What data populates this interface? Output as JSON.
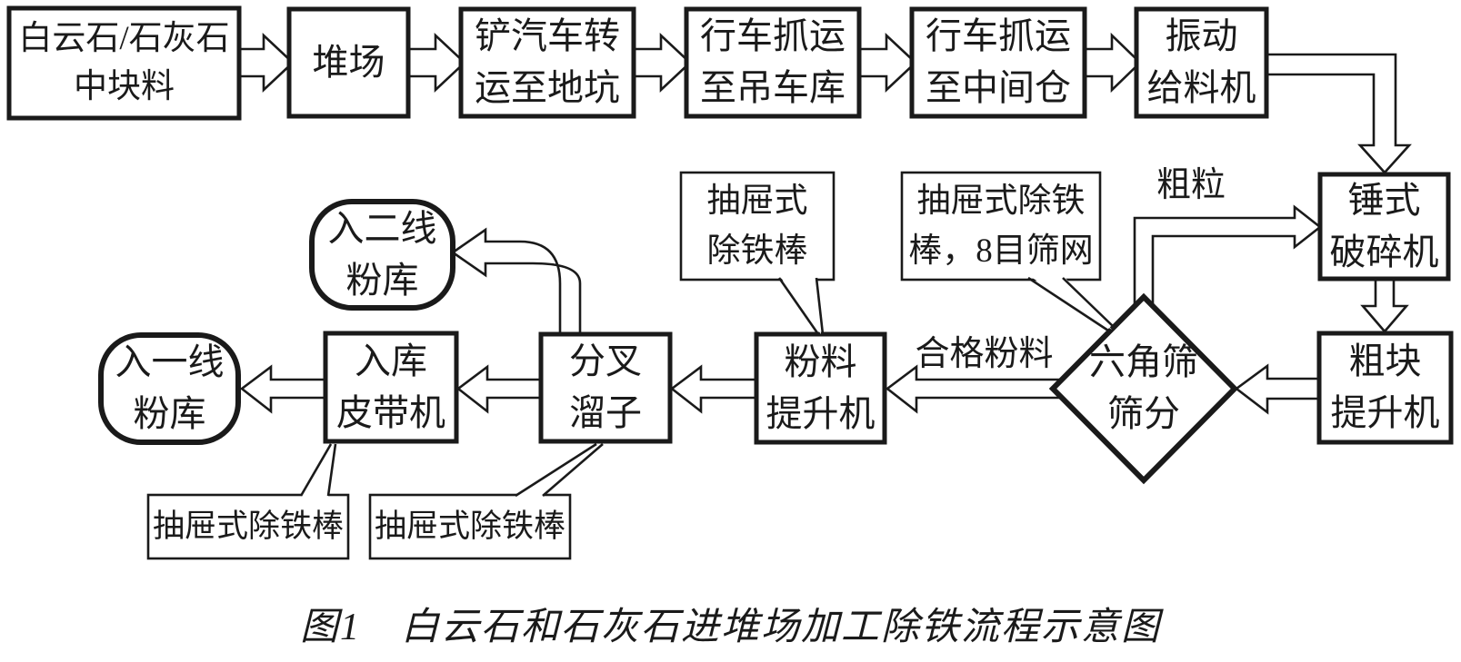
{
  "figure": {
    "caption": "图1　白云石和石灰石进堆场加工除铁流程示意图"
  },
  "nodes": {
    "raw_material": {
      "label": "白云石/石灰石\n中块料",
      "shape": "rect"
    },
    "stockyard": {
      "label": "堆场",
      "shape": "rect"
    },
    "shovel_truck": {
      "label": "铲汽车转\n运至地坑",
      "shape": "rect"
    },
    "crane_to_garage": {
      "label": "行车抓运\n至吊车库",
      "shape": "rect"
    },
    "crane_to_bin": {
      "label": "行车抓运\n至中间仓",
      "shape": "rect"
    },
    "vibrating_feeder": {
      "label": "振动\n给料机",
      "shape": "rect"
    },
    "hammer_crusher": {
      "label": "锤式\n破碎机",
      "shape": "rect"
    },
    "coarse_elevator": {
      "label": "粗块\n提升机",
      "shape": "rect"
    },
    "hex_screen": {
      "label": "六角筛\n筛分",
      "shape": "diamond"
    },
    "powder_elevator": {
      "label": "粉料\n提升机",
      "shape": "rect"
    },
    "fork_chute": {
      "label": "分叉\n溜子",
      "shape": "rect"
    },
    "line2_silo": {
      "label": "入二线\n粉库",
      "shape": "rounded"
    },
    "warehouse_belt": {
      "label": "入库\n皮带机",
      "shape": "rect"
    },
    "line1_silo": {
      "label": "入一线\n粉库",
      "shape": "rounded"
    }
  },
  "callouts": {
    "powder_elevator_note": {
      "label": "抽屉式\n除铁棒"
    },
    "hex_screen_note": {
      "label": "抽屉式除铁\n棒，8目筛网"
    },
    "belt_note": {
      "label": "抽屉式除铁棒"
    },
    "chute_note": {
      "label": "抽屉式除铁棒"
    }
  },
  "edge_labels": {
    "coarse": "粗粒",
    "qualified_powder": "合格粉料"
  },
  "colors": {
    "ink": "#1a1a1a",
    "background": "#ffffff"
  }
}
